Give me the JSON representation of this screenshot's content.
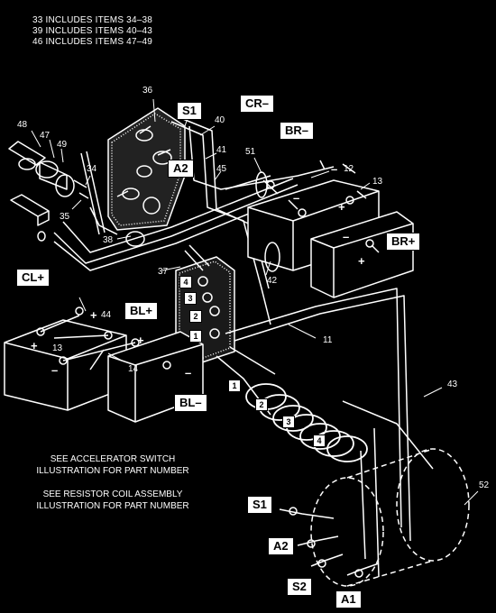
{
  "notes": {
    "line1": "33 INCLUDES ITEMS 34–38",
    "line2": "39 INCLUDES ITEMS 40–43",
    "line3": "46 INCLUDES ITEMS 47–49"
  },
  "footnotes": {
    "accel_1": "SEE ACCELERATOR SWITCH",
    "accel_2": "ILLUSTRATION FOR PART NUMBER",
    "coil_1": "SEE RESISTOR COIL ASSEMBLY",
    "coil_2": "ILLUSTRATION FOR PART NUMBER"
  },
  "terminal_labels": {
    "s1_top": "S1",
    "a2_top": "A2",
    "cr_minus": "CR–",
    "br_minus": "BR–",
    "br_plus": "BR+",
    "cl_plus": "CL+",
    "bl_plus": "BL+",
    "bl_minus": "BL–",
    "s1_motor": "S1",
    "a2_motor": "A2",
    "s2_motor": "S2",
    "a1_motor": "A1"
  },
  "item_numbers": {
    "n36": "36",
    "n40": "40",
    "n41": "41",
    "n45": "45",
    "n48": "48",
    "n47": "47",
    "n49": "49",
    "n34": "34",
    "n35": "35",
    "n38": "38",
    "n37": "37",
    "n51": "51",
    "n12": "12",
    "n13_right": "13",
    "n42": "42",
    "n44": "44",
    "n13_left": "13",
    "n14": "14",
    "n11": "11",
    "n43": "43",
    "n52": "52"
  },
  "switch_contacts": [
    "4",
    "3",
    "2",
    "1"
  ],
  "coil_taps": [
    "1",
    "2",
    "3",
    "4"
  ],
  "polarity": {
    "plus": "+",
    "minus": "–"
  }
}
